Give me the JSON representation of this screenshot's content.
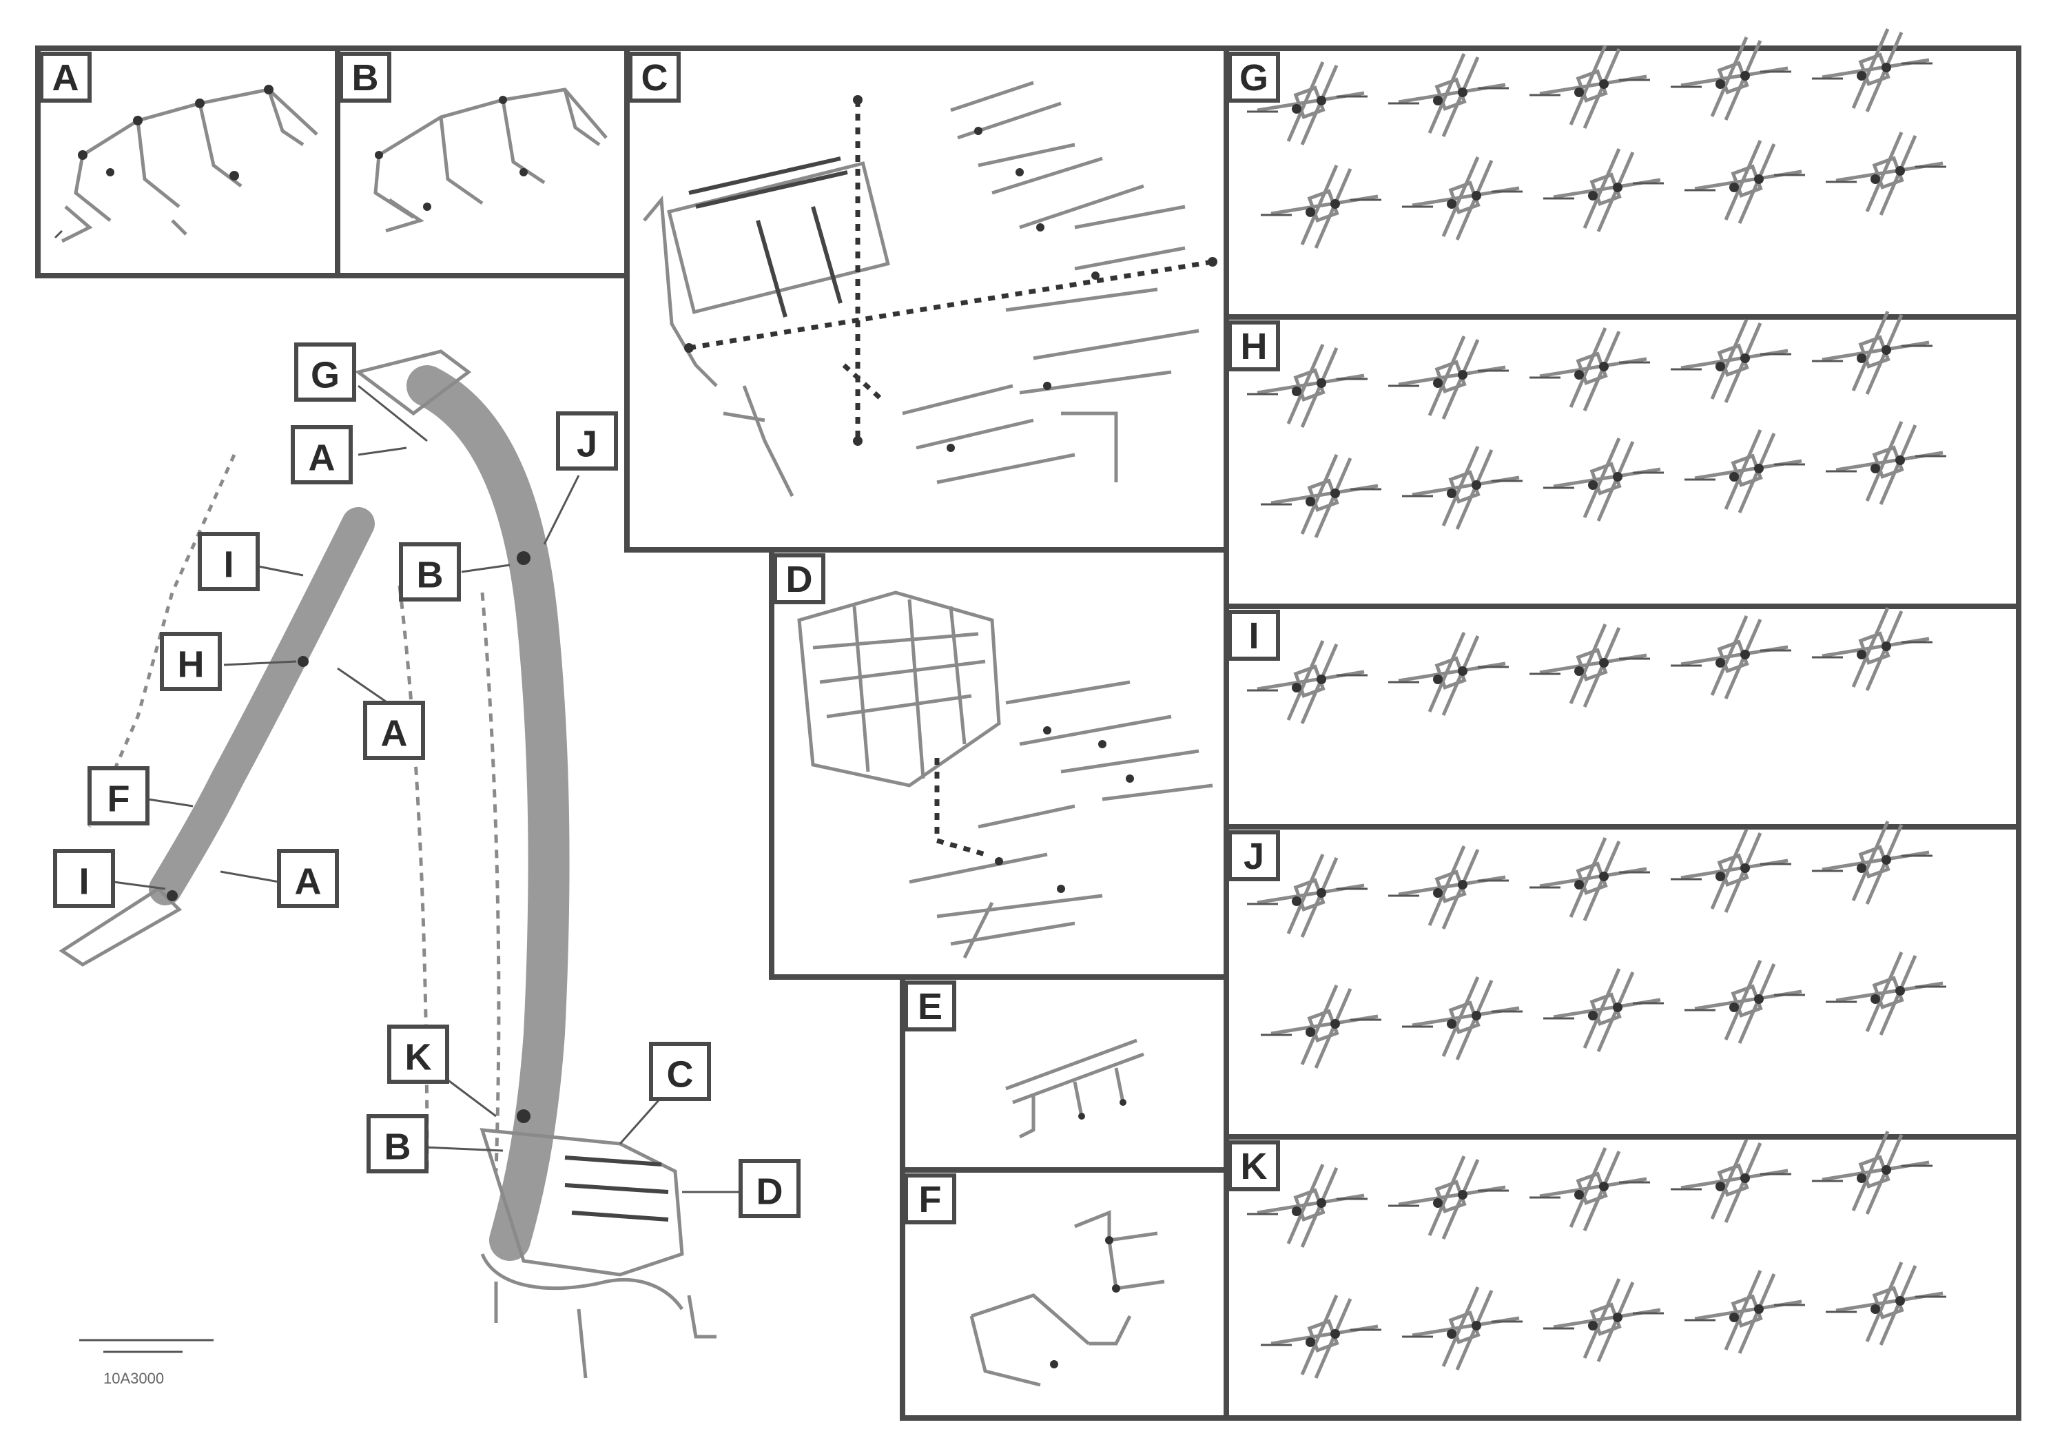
{
  "overview_callouts": [
    "G",
    "A",
    "J",
    "I",
    "B",
    "H",
    "A",
    "F",
    "I",
    "A",
    "K",
    "C",
    "B",
    "D"
  ],
  "panels": [
    {
      "label": "A"
    },
    {
      "label": "B"
    },
    {
      "label": "C"
    },
    {
      "label": "D"
    },
    {
      "label": "E"
    },
    {
      "label": "F"
    },
    {
      "label": "G"
    },
    {
      "label": "H"
    },
    {
      "label": "I"
    },
    {
      "label": "J"
    },
    {
      "label": "K"
    }
  ],
  "caption_code": "10A3000"
}
